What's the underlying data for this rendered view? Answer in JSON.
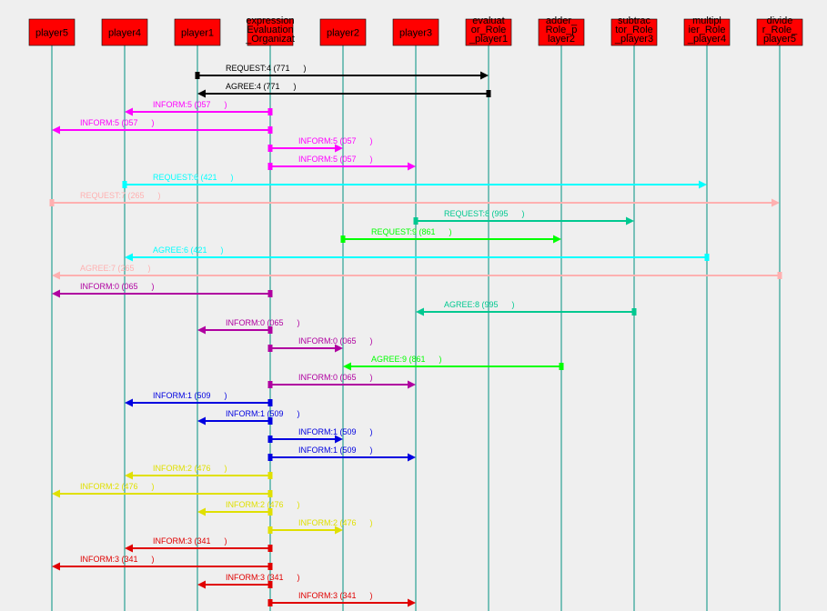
{
  "agents": [
    {
      "id": "player5",
      "label": [
        "player5"
      ]
    },
    {
      "id": "player4",
      "label": [
        "player4"
      ]
    },
    {
      "id": "player1",
      "label": [
        "player1"
      ]
    },
    {
      "id": "expr",
      "label": [
        "expression",
        "Evaluation",
        "_Organizat"
      ]
    },
    {
      "id": "player2",
      "label": [
        "player2"
      ]
    },
    {
      "id": "player3",
      "label": [
        "player3"
      ]
    },
    {
      "id": "evaluator",
      "label": [
        "evaluat",
        "or_Role",
        "_player1"
      ]
    },
    {
      "id": "adder",
      "label": [
        "adder_",
        "Role_p",
        "layer2"
      ]
    },
    {
      "id": "subtractor",
      "label": [
        "subtrac",
        "tor_Role",
        "_player3"
      ]
    },
    {
      "id": "multiplier",
      "label": [
        "multipl",
        "ier_Role",
        "_player4"
      ]
    },
    {
      "id": "divider",
      "label": [
        "divide",
        "r_Role_",
        "player5"
      ]
    }
  ],
  "messages": [
    {
      "from": "player1",
      "to": "evaluator",
      "label": "REQUEST:4 (771      )",
      "color": "#000000"
    },
    {
      "from": "evaluator",
      "to": "player1",
      "label": "AGREE:4 (771      )",
      "color": "#000000"
    },
    {
      "from": "expr",
      "to": "player4",
      "label": "INFORM:5 (057      )",
      "color": "#ff00ff"
    },
    {
      "from": "expr",
      "to": "player5",
      "label": "INFORM:5 (057      )",
      "color": "#ff00ff"
    },
    {
      "from": "expr",
      "to": "player2",
      "label": "INFORM:5 (057      )",
      "color": "#ff00ff"
    },
    {
      "from": "expr",
      "to": "player3",
      "label": "INFORM:5 (057      )",
      "color": "#ff00ff"
    },
    {
      "from": "player4",
      "to": "multiplier",
      "label": "REQUEST:6 (421      )",
      "color": "#00ffff"
    },
    {
      "from": "player5",
      "to": "divider",
      "label": "REQUEST:7 (265      )",
      "color": "#ffb0b0"
    },
    {
      "from": "player3",
      "to": "subtractor",
      "label": "REQUEST:8 (995      )",
      "color": "#00c890"
    },
    {
      "from": "player2",
      "to": "adder",
      "label": "REQUEST:9 (861      )",
      "color": "#00ff00"
    },
    {
      "from": "multiplier",
      "to": "player4",
      "label": "AGREE:6 (421      )",
      "color": "#00ffff"
    },
    {
      "from": "divider",
      "to": "player5",
      "label": "AGREE:7 (265      )",
      "color": "#ffb0b0"
    },
    {
      "from": "expr",
      "to": "player5",
      "label": "INFORM:0 (065      )",
      "color": "#b000a0"
    },
    {
      "from": "subtractor",
      "to": "player3",
      "label": "AGREE:8 (995      )",
      "color": "#00c890"
    },
    {
      "from": "expr",
      "to": "player1",
      "label": "INFORM:0 (065      )",
      "color": "#b000a0"
    },
    {
      "from": "expr",
      "to": "player2",
      "label": "INFORM:0 (065      )",
      "color": "#b000a0"
    },
    {
      "from": "adder",
      "to": "player2",
      "label": "AGREE:9 (861      )",
      "color": "#00ff00"
    },
    {
      "from": "expr",
      "to": "player3",
      "label": "INFORM:0 (065      )",
      "color": "#b000a0"
    },
    {
      "from": "expr",
      "to": "player4",
      "label": "INFORM:1 (509      )",
      "color": "#0000e0"
    },
    {
      "from": "expr",
      "to": "player1",
      "label": "INFORM:1 (509      )",
      "color": "#0000e0"
    },
    {
      "from": "expr",
      "to": "player2",
      "label": "INFORM:1 (509      )",
      "color": "#0000e0"
    },
    {
      "from": "expr",
      "to": "player3",
      "label": "INFORM:1 (509      )",
      "color": "#0000e0"
    },
    {
      "from": "expr",
      "to": "player4",
      "label": "INFORM:2 (476      )",
      "color": "#e0e000"
    },
    {
      "from": "expr",
      "to": "player5",
      "label": "INFORM:2 (476      )",
      "color": "#e0e000"
    },
    {
      "from": "expr",
      "to": "player1",
      "label": "INFORM:2 (476      )",
      "color": "#e0e000"
    },
    {
      "from": "expr",
      "to": "player2",
      "label": "INFORM:2 (476      )",
      "color": "#e0e000"
    },
    {
      "from": "expr",
      "to": "player4",
      "label": "INFORM:3 (341      )",
      "color": "#e00000"
    },
    {
      "from": "expr",
      "to": "player5",
      "label": "INFORM:3 (341      )",
      "color": "#e00000"
    },
    {
      "from": "expr",
      "to": "player1",
      "label": "INFORM:3 (341      )",
      "color": "#e00000"
    },
    {
      "from": "expr",
      "to": "player3",
      "label": "INFORM:3 (341      )",
      "color": "#e00000"
    }
  ]
}
